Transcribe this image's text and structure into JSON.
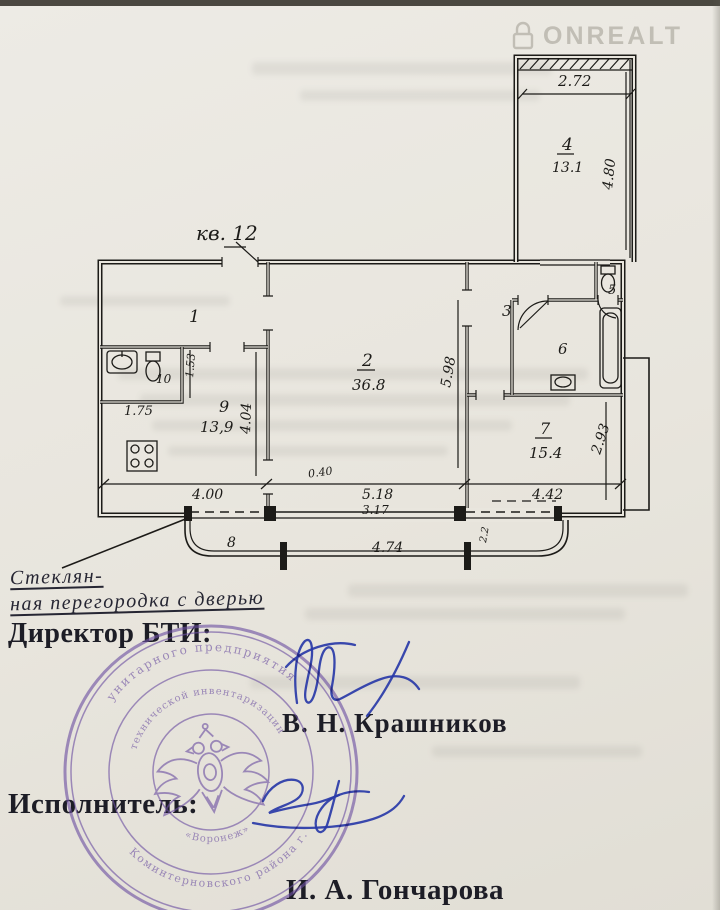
{
  "document": {
    "watermark_brand": "ONREALT",
    "apartment_label": "кв. 12",
    "annotation_line1": "Стеклян-",
    "annotation_line2": "ная перегородка с дверью",
    "director_label": "Директор БТИ:",
    "director_name": "В. Н. Крашников",
    "executor_label": "Исполнитель:",
    "executor_name": "И. А. Гончарова"
  },
  "plan": {
    "rooms": {
      "r1": {
        "number": "1"
      },
      "r2": {
        "number": "2",
        "area": "36.8"
      },
      "r3": {
        "number": "3"
      },
      "r4": {
        "number": "4",
        "area": "13.1"
      },
      "r5": {
        "number": "5"
      },
      "r6": {
        "number": "6"
      },
      "r7": {
        "number": "7",
        "area": "15.4"
      },
      "r8": {
        "number": "8"
      },
      "r9": {
        "number": "9",
        "area": "13,9"
      },
      "r10": {
        "number": "10"
      }
    },
    "dimensions": {
      "loggia_width": "2.72",
      "loggia_depth": "4.80",
      "room10_depth": "1.53",
      "room10_width": "1.75",
      "room9_depth": "4.04",
      "room9_width": "4.00",
      "room2_width": "5.18",
      "room2_depth": "5.98",
      "room7_width": "4.42",
      "room7_depth": "2.93",
      "balcony_width": "4.74",
      "window_width": "3.17",
      "door_width": "0.40",
      "balcony_end": "2.2"
    }
  },
  "stamp": {
    "arc_outer_top": "унитарного предприятия",
    "arc_outer_bottom": "Коминтерновского района г.",
    "arc_inner_top": "технической инвентаризации",
    "arc_inner_bottom": "«Воронеж»",
    "color": "#6b4fa1"
  },
  "colors": {
    "paper": "#e9e6de",
    "ink": "#1c1b18",
    "pen_blue": "#2939a8",
    "stamp_purple": "#6b4fa1",
    "watermark_gray": "#c1beb5"
  }
}
